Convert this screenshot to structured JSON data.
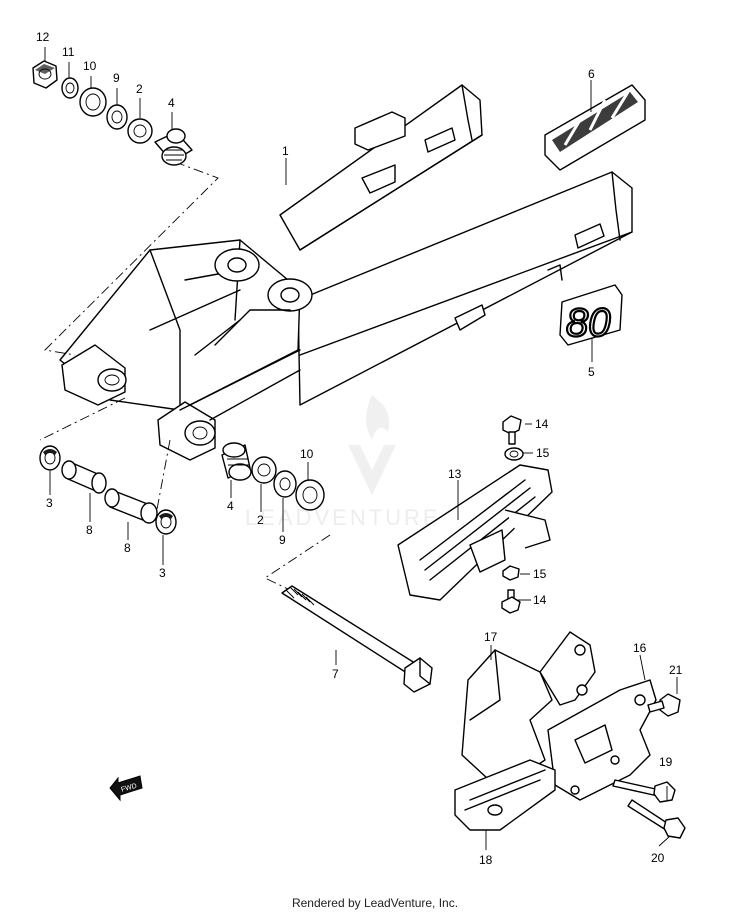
{
  "callouts": {
    "c1": "1",
    "c2a": "2",
    "c2b": "2",
    "c3a": "3",
    "c3b": "3",
    "c4a": "4",
    "c4b": "4",
    "c5": "5",
    "c6": "6",
    "c7": "7",
    "c8a": "8",
    "c8b": "8",
    "c9a": "9",
    "c9b": "9",
    "c10a": "10",
    "c10b": "10",
    "c11": "11",
    "c12": "12",
    "c13": "13",
    "c14a": "14",
    "c14b": "14",
    "c15a": "15",
    "c15b": "15",
    "c16": "16",
    "c17": "17",
    "c18": "18",
    "c19": "19",
    "c20": "20",
    "c21": "21"
  },
  "decal_text": "80",
  "fwd_text": "FWD",
  "watermark": "LEADVENTURE",
  "footer": "Rendered by LeadVenture, Inc."
}
